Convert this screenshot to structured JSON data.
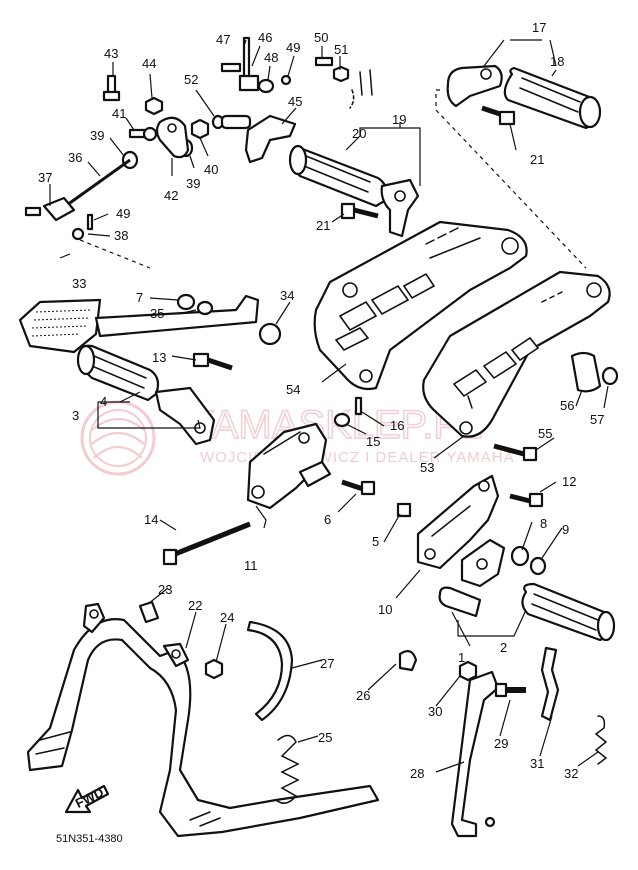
{
  "diagram": {
    "code": "51N351-4380",
    "arrow_text": "FWD",
    "watermark": {
      "title": "YAMASKLEP.PL",
      "subtitle": "WOJCIECH NOWICZ I DEALER YAMAHA",
      "color": "#e9a3a8"
    },
    "callouts": [
      {
        "id": "c1",
        "text": "1"
      },
      {
        "id": "c2",
        "text": "2"
      },
      {
        "id": "c3",
        "text": "3"
      },
      {
        "id": "c4",
        "text": "4"
      },
      {
        "id": "c5",
        "text": "5"
      },
      {
        "id": "c6",
        "text": "6"
      },
      {
        "id": "c7",
        "text": "7"
      },
      {
        "id": "c8",
        "text": "8"
      },
      {
        "id": "c9",
        "text": "9"
      },
      {
        "id": "c10",
        "text": "10"
      },
      {
        "id": "c11",
        "text": "11"
      },
      {
        "id": "c12",
        "text": "12"
      },
      {
        "id": "c13",
        "text": "13"
      },
      {
        "id": "c14",
        "text": "14"
      },
      {
        "id": "c15",
        "text": "15"
      },
      {
        "id": "c16",
        "text": "16"
      },
      {
        "id": "c17",
        "text": "17"
      },
      {
        "id": "c18",
        "text": "18"
      },
      {
        "id": "c19",
        "text": "19"
      },
      {
        "id": "c20",
        "text": "20"
      },
      {
        "id": "c21a",
        "text": "21"
      },
      {
        "id": "c21b",
        "text": "21"
      },
      {
        "id": "c22",
        "text": "22"
      },
      {
        "id": "c23",
        "text": "23"
      },
      {
        "id": "c24",
        "text": "24"
      },
      {
        "id": "c25",
        "text": "25"
      },
      {
        "id": "c26",
        "text": "26"
      },
      {
        "id": "c27",
        "text": "27"
      },
      {
        "id": "c28",
        "text": "28"
      },
      {
        "id": "c29",
        "text": "29"
      },
      {
        "id": "c30",
        "text": "30"
      },
      {
        "id": "c31",
        "text": "31"
      },
      {
        "id": "c32",
        "text": "32"
      },
      {
        "id": "c33",
        "text": "33"
      },
      {
        "id": "c34",
        "text": "34"
      },
      {
        "id": "c35",
        "text": "35"
      },
      {
        "id": "c36",
        "text": "36"
      },
      {
        "id": "c37",
        "text": "37"
      },
      {
        "id": "c38",
        "text": "38"
      },
      {
        "id": "c39a",
        "text": "39"
      },
      {
        "id": "c39b",
        "text": "39"
      },
      {
        "id": "c40",
        "text": "40"
      },
      {
        "id": "c41",
        "text": "41"
      },
      {
        "id": "c42",
        "text": "42"
      },
      {
        "id": "c43",
        "text": "43"
      },
      {
        "id": "c44",
        "text": "44"
      },
      {
        "id": "c45",
        "text": "45"
      },
      {
        "id": "c46",
        "text": "46"
      },
      {
        "id": "c47",
        "text": "47"
      },
      {
        "id": "c48",
        "text": "48"
      },
      {
        "id": "c49a",
        "text": "49"
      },
      {
        "id": "c49b",
        "text": "49"
      },
      {
        "id": "c50",
        "text": "50"
      },
      {
        "id": "c51",
        "text": "51"
      },
      {
        "id": "c52",
        "text": "52"
      },
      {
        "id": "c53",
        "text": "53"
      },
      {
        "id": "c54",
        "text": "54"
      },
      {
        "id": "c55",
        "text": "55"
      },
      {
        "id": "c56",
        "text": "56"
      },
      {
        "id": "c57",
        "text": "57"
      }
    ]
  }
}
